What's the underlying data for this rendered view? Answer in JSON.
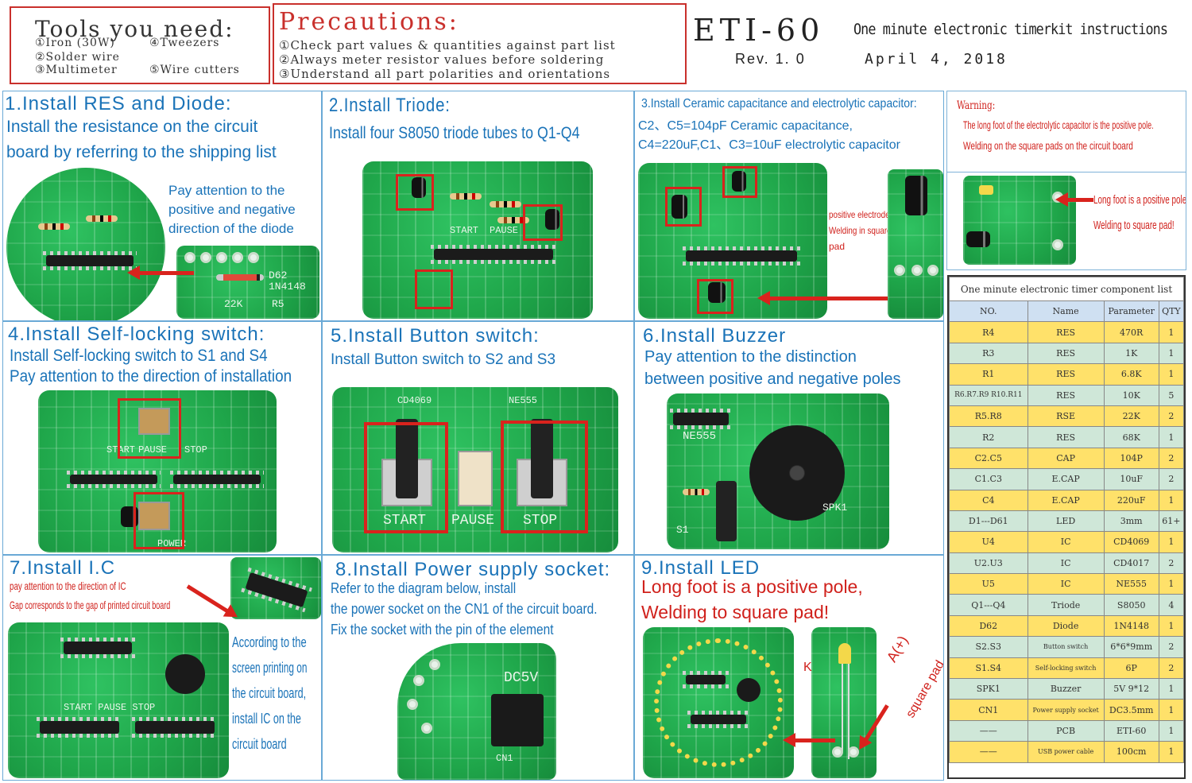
{
  "tools": {
    "title": "Tools you need:",
    "items": [
      "①Iron (30W)",
      "④Tweezers",
      "②Solder wire",
      "③Multimeter",
      "⑤Wire cutters"
    ]
  },
  "precautions": {
    "title": "Precautions:",
    "items": [
      "①Check part values & quantities against part list",
      "②Always meter resistor values before soldering",
      "③Understand all part polarities and orientations"
    ]
  },
  "header": {
    "title": "ETI-60",
    "subtitle": "One minute electronic timerkit instructions",
    "rev": "Rev. 1. 0",
    "date": "April 4, 2018"
  },
  "steps": {
    "s1": {
      "title": "1.Install RES and Diode:",
      "line1": "Install the resistance on the circuit",
      "line2": "board by referring to the shipping list",
      "note1": "Pay attention to the",
      "note2": "positive and negative",
      "note3": "direction of the diode",
      "silk1": "D62",
      "silk2": "1N4148",
      "silk3": "22K",
      "silk4": "R5"
    },
    "s2": {
      "title": "2.Install Triode:",
      "line1": "Install four S8050 triode tubes to Q1-Q4",
      "silk1": "START",
      "silk2": "PAUSE"
    },
    "s3": {
      "title": "3.Install Ceramic capacitance and electrolytic capacitor:",
      "line1": "C2、C5=104pF Ceramic capacitance,",
      "line2": "C4=220uF,C1、C3=10uF electrolytic capacitor",
      "note1": "positive electrode",
      "note2": "Welding in square",
      "note3": "pad"
    },
    "s4": {
      "title": "4.Install Self-locking switch:",
      "line1": "Install Self-locking switch to S1 and S4",
      "line2": "Pay attention to the direction of installation",
      "silk1": "START",
      "silk2": "PAUSE",
      "silk3": "STOP",
      "silk4": "POWER"
    },
    "s5": {
      "title": "5.Install Button switch:",
      "line1": "Install Button switch to S2 and S3",
      "silk1": "START",
      "silk2": "PAUSE",
      "silk3": "STOP",
      "silk4": "CD4069",
      "silk5": "NE555"
    },
    "s6": {
      "title": "6.Install Buzzer",
      "line1": "Pay attention to the distinction",
      "line2": "between positive and negative poles",
      "silk1": "NE555",
      "silk2": "SPK1",
      "silk3": "S1"
    },
    "s7": {
      "title": "7.Install I.C",
      "note1": "pay attention to the direction of IC",
      "note2": "Gap corresponds to the gap of printed circuit board",
      "side1": "According to the",
      "side2": "screen printing on",
      "side3": "the circuit board,",
      "side4": "install IC on the",
      "side5": "circuit board",
      "silk1": "START PAUSE STOP"
    },
    "s8": {
      "title": "8.Install Power supply socket:",
      "line1": "Refer to the diagram below, install",
      "line2": "the power socket on the CN1 of the circuit board.",
      "line3": "Fix the socket with the pin of the element",
      "silk1": "DC5V",
      "silk2": "CN1"
    },
    "s9": {
      "title": "9.Install LED",
      "red1": "Long foot is a positive pole,",
      "red2": "Welding to square pad!",
      "label1": "A(+)",
      "label2": "square pad",
      "label3": "K"
    }
  },
  "warning": {
    "title": "Warning:",
    "line1": "The long foot of the electrolytic capacitor is the positive pole.",
    "line2": "Welding on the square pads on the circuit board",
    "note1": "Long foot is a positive pole,",
    "note2": "Welding to square pad!"
  },
  "component_list": {
    "title": "One minute electronic timer component list",
    "headers": [
      "NO.",
      "Name",
      "Parameter",
      "QTY"
    ],
    "rows": [
      [
        "R4",
        "RES",
        "470R",
        "1"
      ],
      [
        "R3",
        "RES",
        "1K",
        "1"
      ],
      [
        "R1",
        "RES",
        "6.8K",
        "1"
      ],
      [
        "R6.R7.R9 R10.R11",
        "RES",
        "10K",
        "5"
      ],
      [
        "R5.R8",
        "RSE",
        "22K",
        "2"
      ],
      [
        "R2",
        "RES",
        "68K",
        "1"
      ],
      [
        "C2.C5",
        "CAP",
        "104P",
        "2"
      ],
      [
        "C1.C3",
        "E.CAP",
        "10uF",
        "2"
      ],
      [
        "C4",
        "E.CAP",
        "220uF",
        "1"
      ],
      [
        "D1---D61",
        "LED",
        "3mm",
        "61+"
      ],
      [
        "U4",
        "IC",
        "CD4069",
        "1"
      ],
      [
        "U2.U3",
        "IC",
        "CD4017",
        "2"
      ],
      [
        "U5",
        "IC",
        "NE555",
        "1"
      ],
      [
        "Q1---Q4",
        "Triode",
        "S8050",
        "4"
      ],
      [
        "D62",
        "Diode",
        "1N4148",
        "1"
      ],
      [
        "S2.S3",
        "Button switch",
        "6*6*9mm",
        "2"
      ],
      [
        "S1.S4",
        "Self-locking switch",
        "6P",
        "2"
      ],
      [
        "SPK1",
        "Buzzer",
        "5V 9*12",
        "1"
      ],
      [
        "CN1",
        "Power supply socket",
        "DC3.5mm",
        "1"
      ],
      [
        "——",
        "PCB",
        "ETI-60",
        "1"
      ],
      [
        "——",
        "USB power cable",
        "100cm",
        "1"
      ]
    ]
  }
}
